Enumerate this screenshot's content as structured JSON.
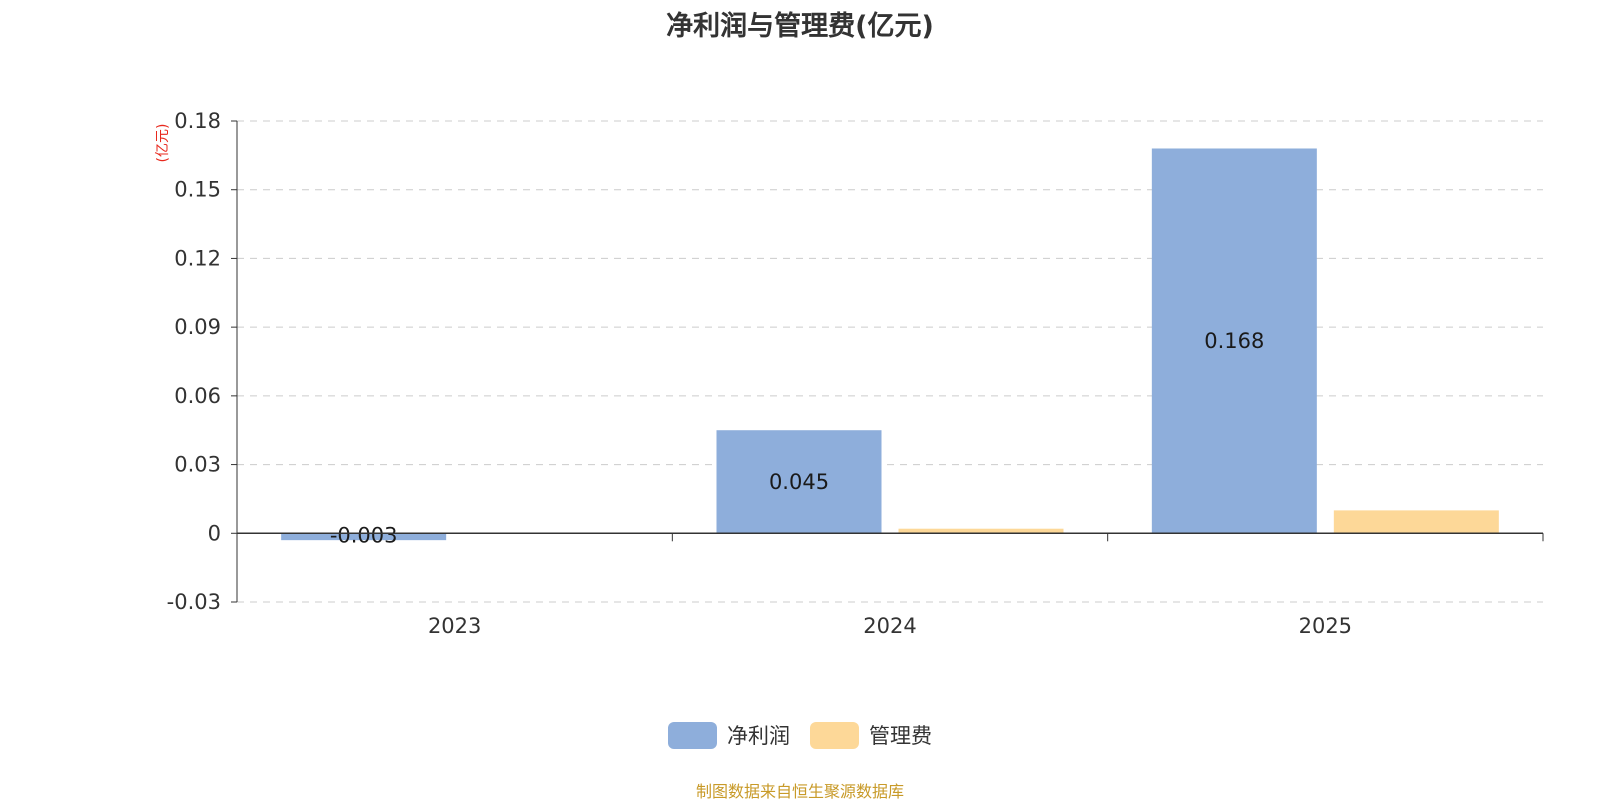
{
  "chart_data": {
    "type": "bar",
    "title": "净利润与管理费(亿元)",
    "ylabel": "(亿元)",
    "xlabel": "",
    "categories": [
      "2023",
      "2024",
      "2025"
    ],
    "series": [
      {
        "name": "净利润",
        "values": [
          -0.003,
          0.045,
          0.168
        ],
        "color": "#8eaedb",
        "data_labels": [
          "-0.003",
          "0.045",
          "0.168"
        ]
      },
      {
        "name": "管理费",
        "values": [
          0.0,
          0.002,
          0.01
        ],
        "color": "#fdd898",
        "data_labels": [
          "",
          "",
          ""
        ]
      }
    ],
    "ylim": [
      -0.03,
      0.18
    ],
    "yticks": [
      -0.03,
      0,
      0.03,
      0.06,
      0.09,
      0.12,
      0.15,
      0.18
    ],
    "ytick_labels": [
      "-0.03",
      "0",
      "0.03",
      "0.06",
      "0.09",
      "0.12",
      "0.15",
      "0.18"
    ],
    "grid": true,
    "legend_position": "bottom-center"
  },
  "footer": {
    "source": "制图数据来自恒生聚源数据库"
  },
  "colors": {
    "axis": "#333333",
    "grid": "#cccccc",
    "unit": "#e8281d",
    "source": "#c89a28"
  }
}
